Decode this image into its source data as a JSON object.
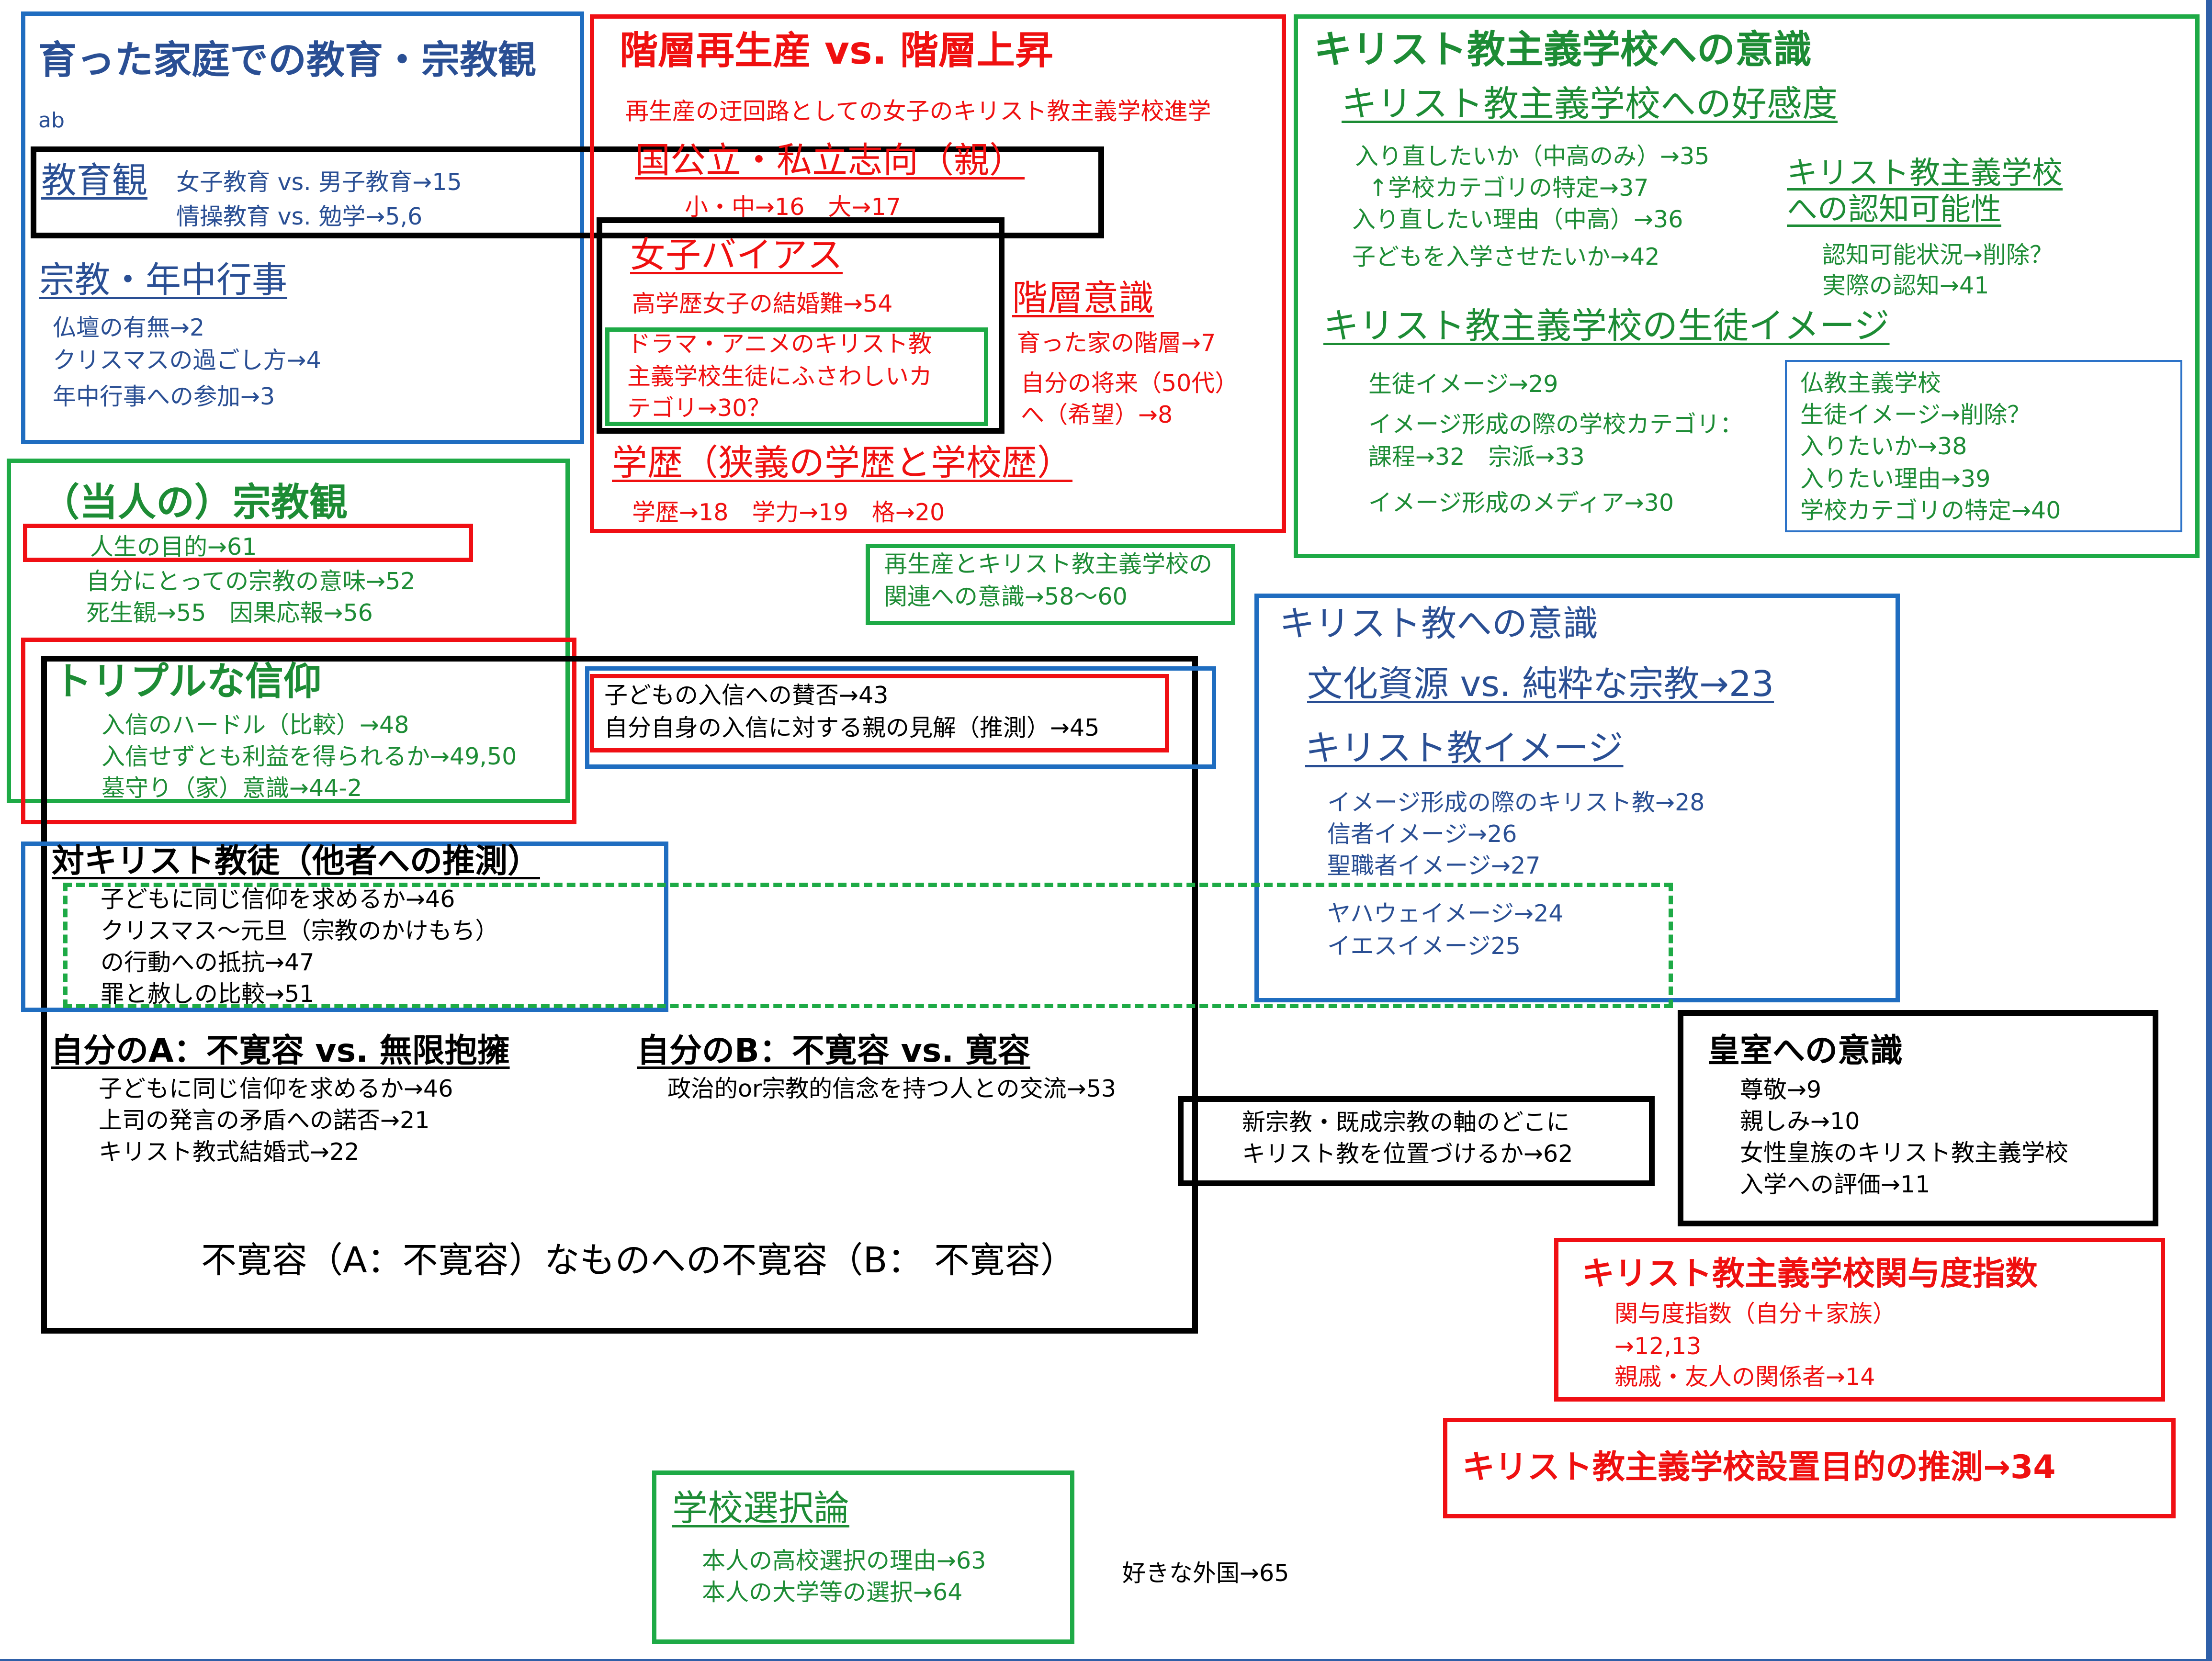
{
  "colors": {
    "navy": "#2a4f94",
    "red": "#ef1010",
    "green": "#1d8c35",
    "blue_border": "#1f6dc0",
    "black": "#000000"
  },
  "home_education": {
    "title": "育った家庭での教育・宗教観",
    "note": "ab",
    "education_view": {
      "heading": "教育観",
      "line1": "女子教育 vs. 男子教育→15",
      "line2": "情操教育 vs. 勉学→5,6"
    },
    "religion_events": {
      "heading": "宗教・年中行事",
      "items": [
        "仏壇の有無→2",
        "クリスマスの過ごし方→4",
        "年中行事への参加→3"
      ]
    }
  },
  "reproduction": {
    "title": "階層再生産 vs. 階層上昇",
    "subtitle": "再生産の迂回路としての女子のキリスト教主義学校進学",
    "public_private": {
      "heading": "国公立・私立志向（親）",
      "detail": "小・中→16　大→17"
    },
    "girl_bias": {
      "heading": "女子バイアス",
      "line1": "高学歴女子の結婚難→54"
    },
    "drama": {
      "lines": [
        "ドラマ・アニメのキリスト教",
        "主義学校生徒にふさわしいカ",
        "テゴリ→30？"
      ]
    },
    "class_consciousness": {
      "heading": "階層意識",
      "lines": [
        "育った家の階層→7",
        "自分の将来（50代）",
        "へ（希望）→8"
      ]
    },
    "education_history": {
      "heading": "学歴（狭義の学歴と学校歴）",
      "detail": "学歴→18　学力→19　格→20"
    }
  },
  "christian_school": {
    "title": "キリスト教主義学校への意識",
    "favorability": {
      "heading": "キリスト教主義学校への好感度",
      "items": [
        "入り直したいか（中高のみ）→35",
        "↑学校カテゴリの特定→37",
        "入り直したい理由（中高）→36",
        "子どもを入学させたいか→42"
      ]
    },
    "recognizability": {
      "heading_line1": "キリスト教主義学校",
      "heading_line2": "への認知可能性",
      "items": [
        "認知可能状況→削除？",
        "実際の認知→41"
      ]
    },
    "student_image": {
      "heading": "キリスト教主義学校の生徒イメージ",
      "items": [
        "生徒イメージ→29",
        "イメージ形成の際の学校カテゴリ：",
        "課程→32　宗派→33",
        "イメージ形成のメディア→30"
      ]
    },
    "buddhist": {
      "items": [
        "仏教主義学校",
        "生徒イメージ→削除？",
        "入りたいか→38",
        "入りたい理由→39",
        "学校カテゴリの特定→40"
      ]
    }
  },
  "personal_religion": {
    "title": "（当人の）宗教観",
    "items": [
      "人生の目的→61",
      "自分にとっての宗教の意味→52",
      "死生観→55　因果応報→56"
    ]
  },
  "reproduction_link": {
    "line1": "再生産とキリスト教主義学校の",
    "line2": "関連への意識→58～60"
  },
  "christianity": {
    "title": "キリスト教への意識",
    "culture": "文化資源 vs. 純粋な宗教→23",
    "image": {
      "heading": "キリスト教イメージ",
      "items": [
        "イメージ形成の際のキリスト教→28",
        "信者イメージ→26",
        "聖職者イメージ→27",
        "ヤハウェイメージ→24",
        "イエスイメージ25"
      ]
    }
  },
  "triple_faith": {
    "title": "トリプルな信仰",
    "items": [
      "入信のハードル（比較）→48",
      "入信せずとも利益を得られるか→49,50",
      "墓守り（家）意識→44-2"
    ]
  },
  "conversion": {
    "line1": "子どもの入信への賛否→43",
    "line2": "自分自身の入信に対する親の見解（推測）→45"
  },
  "toward_christians": {
    "title": "対キリスト教徒（他者への推測）",
    "items": [
      "子どもに同じ信仰を求めるか→46",
      "クリスマス～元旦（宗教のかけもち）",
      "の行動への抵抗→47",
      "罪と赦しの比較→51"
    ]
  },
  "self_a": {
    "title": "自分のA：不寛容 vs. 無限抱擁",
    "items": [
      "子どもに同じ信仰を求めるか→46",
      "上司の発言の矛盾への諾否→21",
      "キリスト教式結婚式→22"
    ]
  },
  "self_b": {
    "title": "自分のB：不寛容 vs. 寛容",
    "item": "政治的or宗教的信念を持つ人との交流→53"
  },
  "intolerance": "不寛容（A：不寛容）なものへの不寛容（B： 不寛容）",
  "new_religion": {
    "line1": "新宗教・既成宗教の軸のどこに",
    "line2": "キリスト教を位置づけるか→62"
  },
  "imperial": {
    "title": "皇室への意識",
    "items": [
      "尊敬→9",
      "親しみ→10",
      "女性皇族のキリスト教主義学校",
      "入学への評価→11"
    ]
  },
  "involvement": {
    "title": "キリスト教主義学校関与度指数",
    "items": [
      "関与度指数（自分＋家族）",
      "→12,13",
      "親戚・友人の関係者→14"
    ]
  },
  "purpose": "キリスト教主義学校設置目的の推測→34",
  "school_choice": {
    "title": "学校選択論",
    "items": [
      "本人の高校選択の理由→63",
      "本人の大学等の選択→64"
    ]
  },
  "foreign": "好きな外国→65"
}
